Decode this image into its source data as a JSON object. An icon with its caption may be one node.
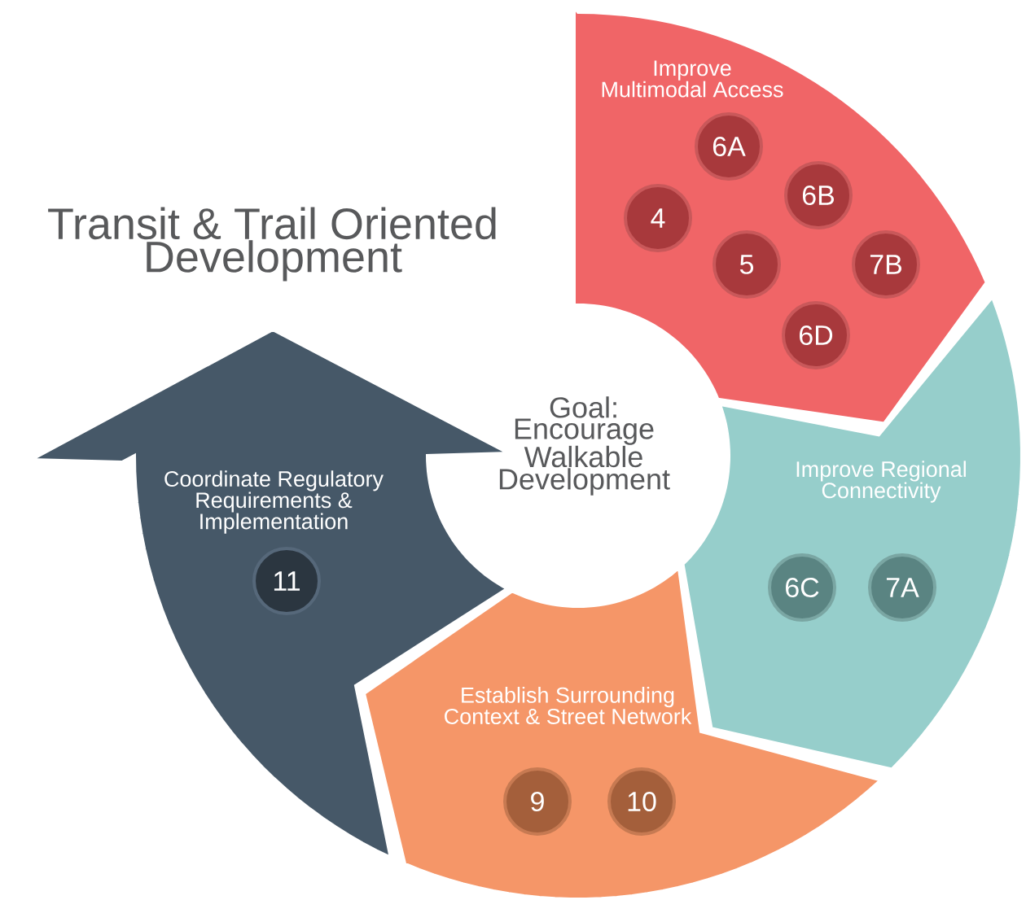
{
  "diagram": {
    "title": "Transit & Trail Oriented Development",
    "nodes": [
      {
        "text": [
          "Goal: Encourage Walkable Development"
        ]
      },
      {
        "text": [
          "Improve Multimodal Access"
        ]
      },
      {
        "text": [
          "6A"
        ],
        "in": 1
      },
      {
        "text": [
          "4"
        ],
        "in": 1
      },
      {
        "text": [
          "6B"
        ],
        "in": 1
      },
      {
        "text": [
          "5"
        ],
        "in": 1
      },
      {
        "text": [
          "7B"
        ],
        "in": 1
      },
      {
        "text": [
          "6D"
        ],
        "in": 1
      },
      {
        "text": [
          "Improve Regional Connectivity"
        ]
      },
      {
        "text": [
          "6C"
        ],
        "in": 8
      },
      {
        "text": [
          "7A"
        ],
        "in": 8
      },
      {
        "text": [
          "Establish Surrounding Context & Street Network"
        ]
      },
      {
        "text": [
          "9"
        ],
        "in": 11
      },
      {
        "text": [
          "10"
        ],
        "in": 11
      },
      {
        "text": [
          "Coordinate Regulatory Requirements & Implementation"
        ]
      },
      {
        "text": [
          "11"
        ],
        "in": 14
      }
    ],
    "edges": []
  }
}
